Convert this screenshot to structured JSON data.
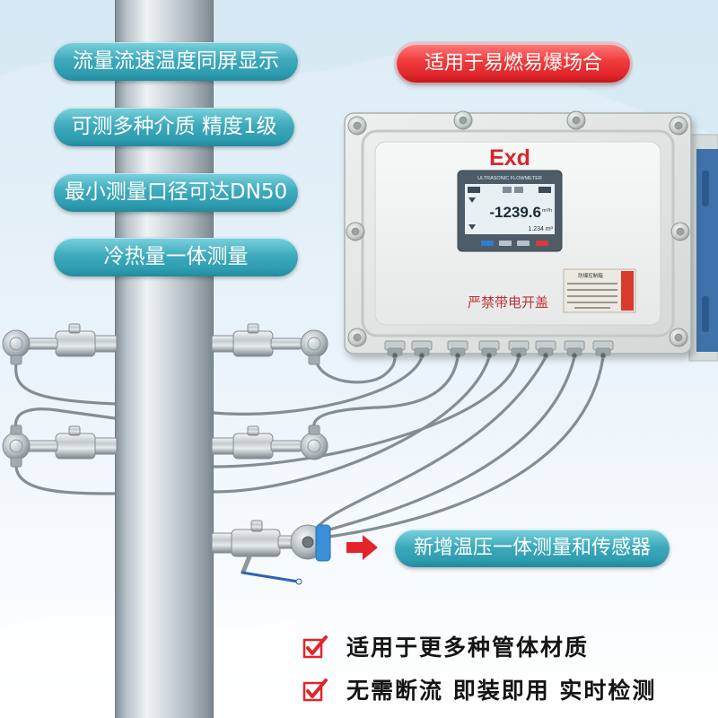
{
  "features": [
    "流量流速温度同屏显示",
    "可测多种介质 精度1级",
    "最小测量口径可达DN50",
    "冷热量一体测量"
  ],
  "hazard_badge": "适用于易燃易爆场合",
  "device": {
    "enclosure_mark": "Exd",
    "display": {
      "model_label": "ULTRASONIC FLOWMETER",
      "flow_rate": "-1239.6",
      "flow_unit": "m³/h",
      "total": "1.234 m³"
    },
    "nameplate_title": "防爆控制箱",
    "warning": "严禁带电开盖"
  },
  "new_feature_badge": "新增温压一体测量和传感器",
  "highlights": [
    {
      "text": "适用于更多种管体材质",
      "icon": "red-check-icon"
    },
    {
      "text": "无需断流 即装即用 实时检测",
      "icon": "red-check-icon"
    }
  ],
  "colors": {
    "feature_badge": "#2f9db0",
    "hazard_badge": "#e0262b",
    "warning_text": "#c23036",
    "enclosure_mark": "#d7262d",
    "check_mark": "#e3242b"
  }
}
